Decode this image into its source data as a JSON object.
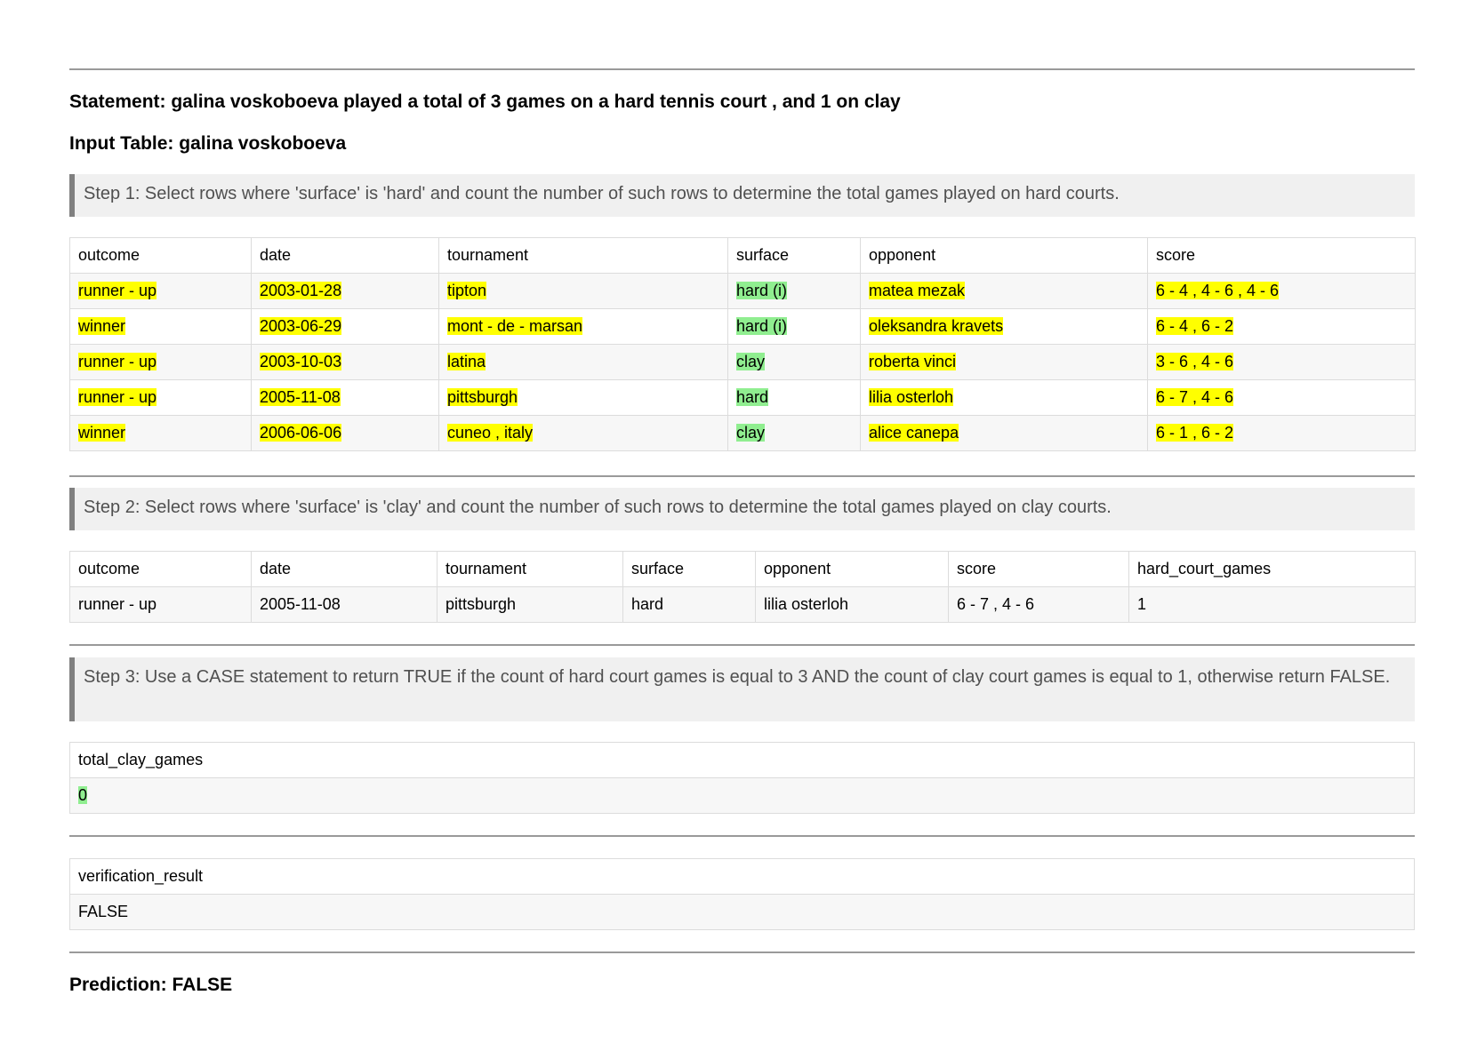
{
  "statement": "Statement: galina voskoboeva played a total of 3 games on a hard tennis court , and 1 on clay",
  "input_table": "Input Table: galina voskoboeva",
  "step1": {
    "text": "Step 1: Select rows where 'surface' is 'hard' and count the number of such rows to determine the total games played on hard courts.",
    "columns": [
      "outcome",
      "date",
      "tournament",
      "surface",
      "opponent",
      "score"
    ],
    "rows": [
      [
        "runner - up",
        "2003-01-28",
        "tipton",
        "hard (i)",
        "matea mezak",
        "6 - 4 , 4 - 6 , 4 - 6"
      ],
      [
        "winner",
        "2003-06-29",
        "mont - de - marsan",
        "hard (i)",
        "oleksandra kravets",
        "6 - 4 , 6 - 2"
      ],
      [
        "runner - up",
        "2003-10-03",
        "latina",
        "clay",
        "roberta vinci",
        "3 - 6 , 4 - 6"
      ],
      [
        "runner - up",
        "2005-11-08",
        "pittsburgh",
        "hard",
        "lilia osterloh",
        "6 - 7 , 4 - 6"
      ],
      [
        "winner",
        "2006-06-06",
        "cuneo , italy",
        "clay",
        "alice canepa",
        "6 - 1 , 6 - 2"
      ]
    ]
  },
  "step2": {
    "text": "Step 2: Select rows where 'surface' is 'clay' and count the number of such rows to determine the total games played on clay courts.",
    "columns": [
      "outcome",
      "date",
      "tournament",
      "surface",
      "opponent",
      "score",
      "hard_court_games"
    ],
    "rows": [
      [
        "runner - up",
        "2005-11-08",
        "pittsburgh",
        "hard",
        "lilia osterloh",
        "6 - 7 , 4 - 6",
        "1"
      ]
    ]
  },
  "step3": {
    "text": "Step 3: Use a CASE statement to return TRUE if the count of hard court games is equal to 3 AND the count of clay court games is equal to 1, otherwise return FALSE.",
    "columns": [
      "total_clay_games"
    ],
    "rows": [
      [
        "0"
      ]
    ]
  },
  "final": {
    "columns": [
      "verification_result"
    ],
    "rows": [
      [
        "FALSE"
      ]
    ]
  },
  "prediction": "Prediction: FALSE",
  "colors": {
    "highlight_yellow": "#ffff00",
    "highlight_green": "#90ee90"
  }
}
